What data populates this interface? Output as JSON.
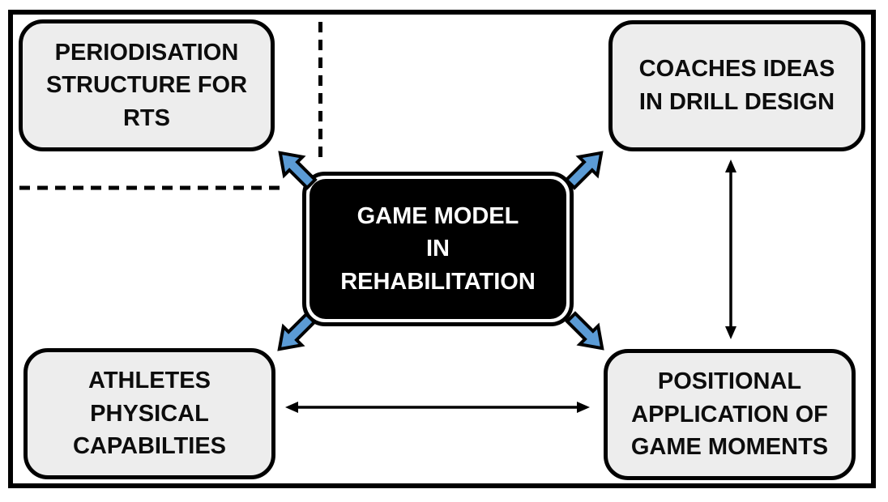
{
  "diagram": {
    "center_node": {
      "label": "GAME MODEL\nIN\nREHABILITATION"
    },
    "nodes": [
      {
        "id": "top-left",
        "label": "PERIODISATION\nSTRUCTURE FOR\nRTS"
      },
      {
        "id": "top-right",
        "label": "COACHES IDEAS\nIN DRILL DESIGN"
      },
      {
        "id": "bottom-left",
        "label": "ATHLETES\nPHYSICAL\nCAPABILTIES"
      },
      {
        "id": "bottom-right",
        "label": "POSITIONAL\nAPPLICATION OF\nGAME MOMENTS"
      }
    ],
    "connections": [
      {
        "from": "center",
        "to": "top-left",
        "style": "block-arrow",
        "color": "blue"
      },
      {
        "from": "center",
        "to": "top-right",
        "style": "block-arrow",
        "color": "blue"
      },
      {
        "from": "center",
        "to": "bottom-left",
        "style": "block-arrow",
        "color": "blue"
      },
      {
        "from": "center",
        "to": "bottom-right",
        "style": "block-arrow",
        "color": "blue"
      },
      {
        "from": "top-right",
        "to": "bottom-right",
        "style": "double-headed-arrow",
        "color": "black"
      },
      {
        "from": "bottom-left",
        "to": "bottom-right",
        "style": "double-headed-arrow",
        "color": "black"
      }
    ],
    "decorations": [
      {
        "type": "dashed-line",
        "orientation": "vertical",
        "near": "top-left"
      },
      {
        "type": "dashed-line",
        "orientation": "horizontal",
        "near": "top-left"
      }
    ],
    "colors": {
      "accent_blue": "#5b9bd5",
      "arrow_outline": "#000000",
      "node_fill": "#ededed",
      "node_border": "#000000",
      "center_fill": "#000000",
      "center_text": "#ffffff",
      "background": "#ffffff"
    }
  }
}
